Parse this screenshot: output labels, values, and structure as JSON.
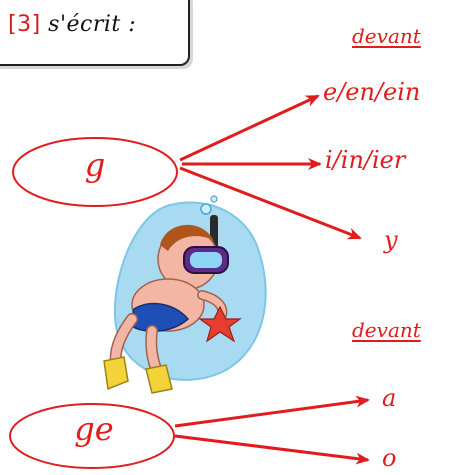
{
  "rule": {
    "phoneme": "[3]",
    "text": "s'écrit :"
  },
  "section_g": {
    "heading": "devant",
    "label": "g",
    "endings": [
      "e/en/ein",
      "i/in/ier",
      "y"
    ]
  },
  "section_ge": {
    "heading": "devant",
    "label": "ge",
    "endings": [
      "a",
      "o"
    ]
  },
  "colors": {
    "accent": "#e01c1c",
    "text": "#111111"
  },
  "icons": {
    "illustration": "scuba-diver-illustration"
  }
}
